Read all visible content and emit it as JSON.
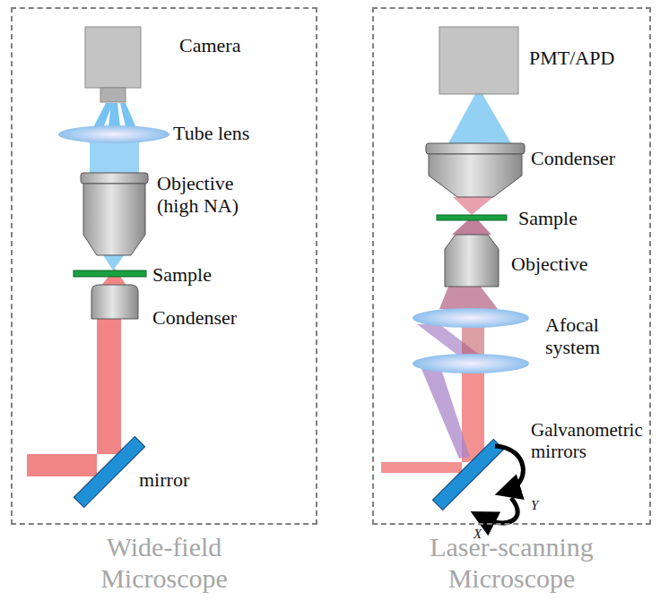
{
  "diagram": {
    "nodes": [
      {
        "text": [
          "Wide-field Microscope"
        ]
      },
      {
        "text": [
          "Laser-scanning Microscope"
        ]
      }
    ],
    "labels": [
      "Camera",
      "Tube lens",
      "Objective (high NA)",
      "Sample",
      "Condenser",
      "mirror",
      "PMT/APD",
      "Condenser",
      "Sample",
      "Objective",
      "Afocal system",
      "Galvanometric mirrors",
      "Y",
      "X"
    ]
  }
}
